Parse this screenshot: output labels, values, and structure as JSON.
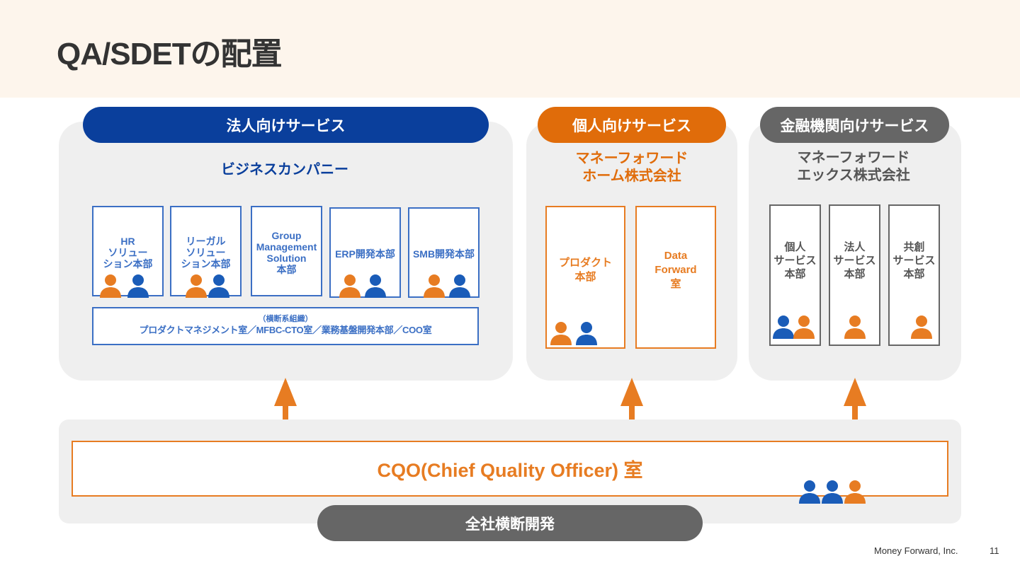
{
  "header": {
    "title": "QA/SDETの配置"
  },
  "colors": {
    "blue": "#0a3f9c",
    "orange": "#e06c0a",
    "gray": "#666666",
    "person_blue": "#1a5cb8",
    "person_orange": "#e77c22"
  },
  "corporate": {
    "pill": "法人向けサービス",
    "company": "ビジネスカンパニー",
    "depts": [
      "HR\nソリュー\nション本部",
      "リーガル\nソリュー\nション本部",
      "Group\nManagement\nSolution\n本部",
      "ERP開発本部",
      "SMB開発本部"
    ],
    "cross_sub": "（横断系組織）",
    "cross_main": "プロダクトマネジメント室／MFBC-CTO室／業務基盤開発本部／COO室"
  },
  "personal": {
    "pill": "個人向けサービス",
    "company_line1": "マネーフォワード",
    "company_line2": "ホーム株式会社",
    "depts": [
      "プロダクト\n本部",
      "Data\nForward\n室"
    ]
  },
  "financial": {
    "pill": "金融機関向けサービス",
    "company_line1": "マネーフォワード",
    "company_line2": "エックス株式会社",
    "depts": [
      "個人\nサービス\n本部",
      "法人\nサービス\n本部",
      "共創\nサービス\n本部"
    ]
  },
  "cqo": {
    "title": "CQO(Chief Quality Officer) 室"
  },
  "bottom_pill": "全社横断開発",
  "footer": {
    "company": "Money Forward, Inc.",
    "page": "11"
  }
}
